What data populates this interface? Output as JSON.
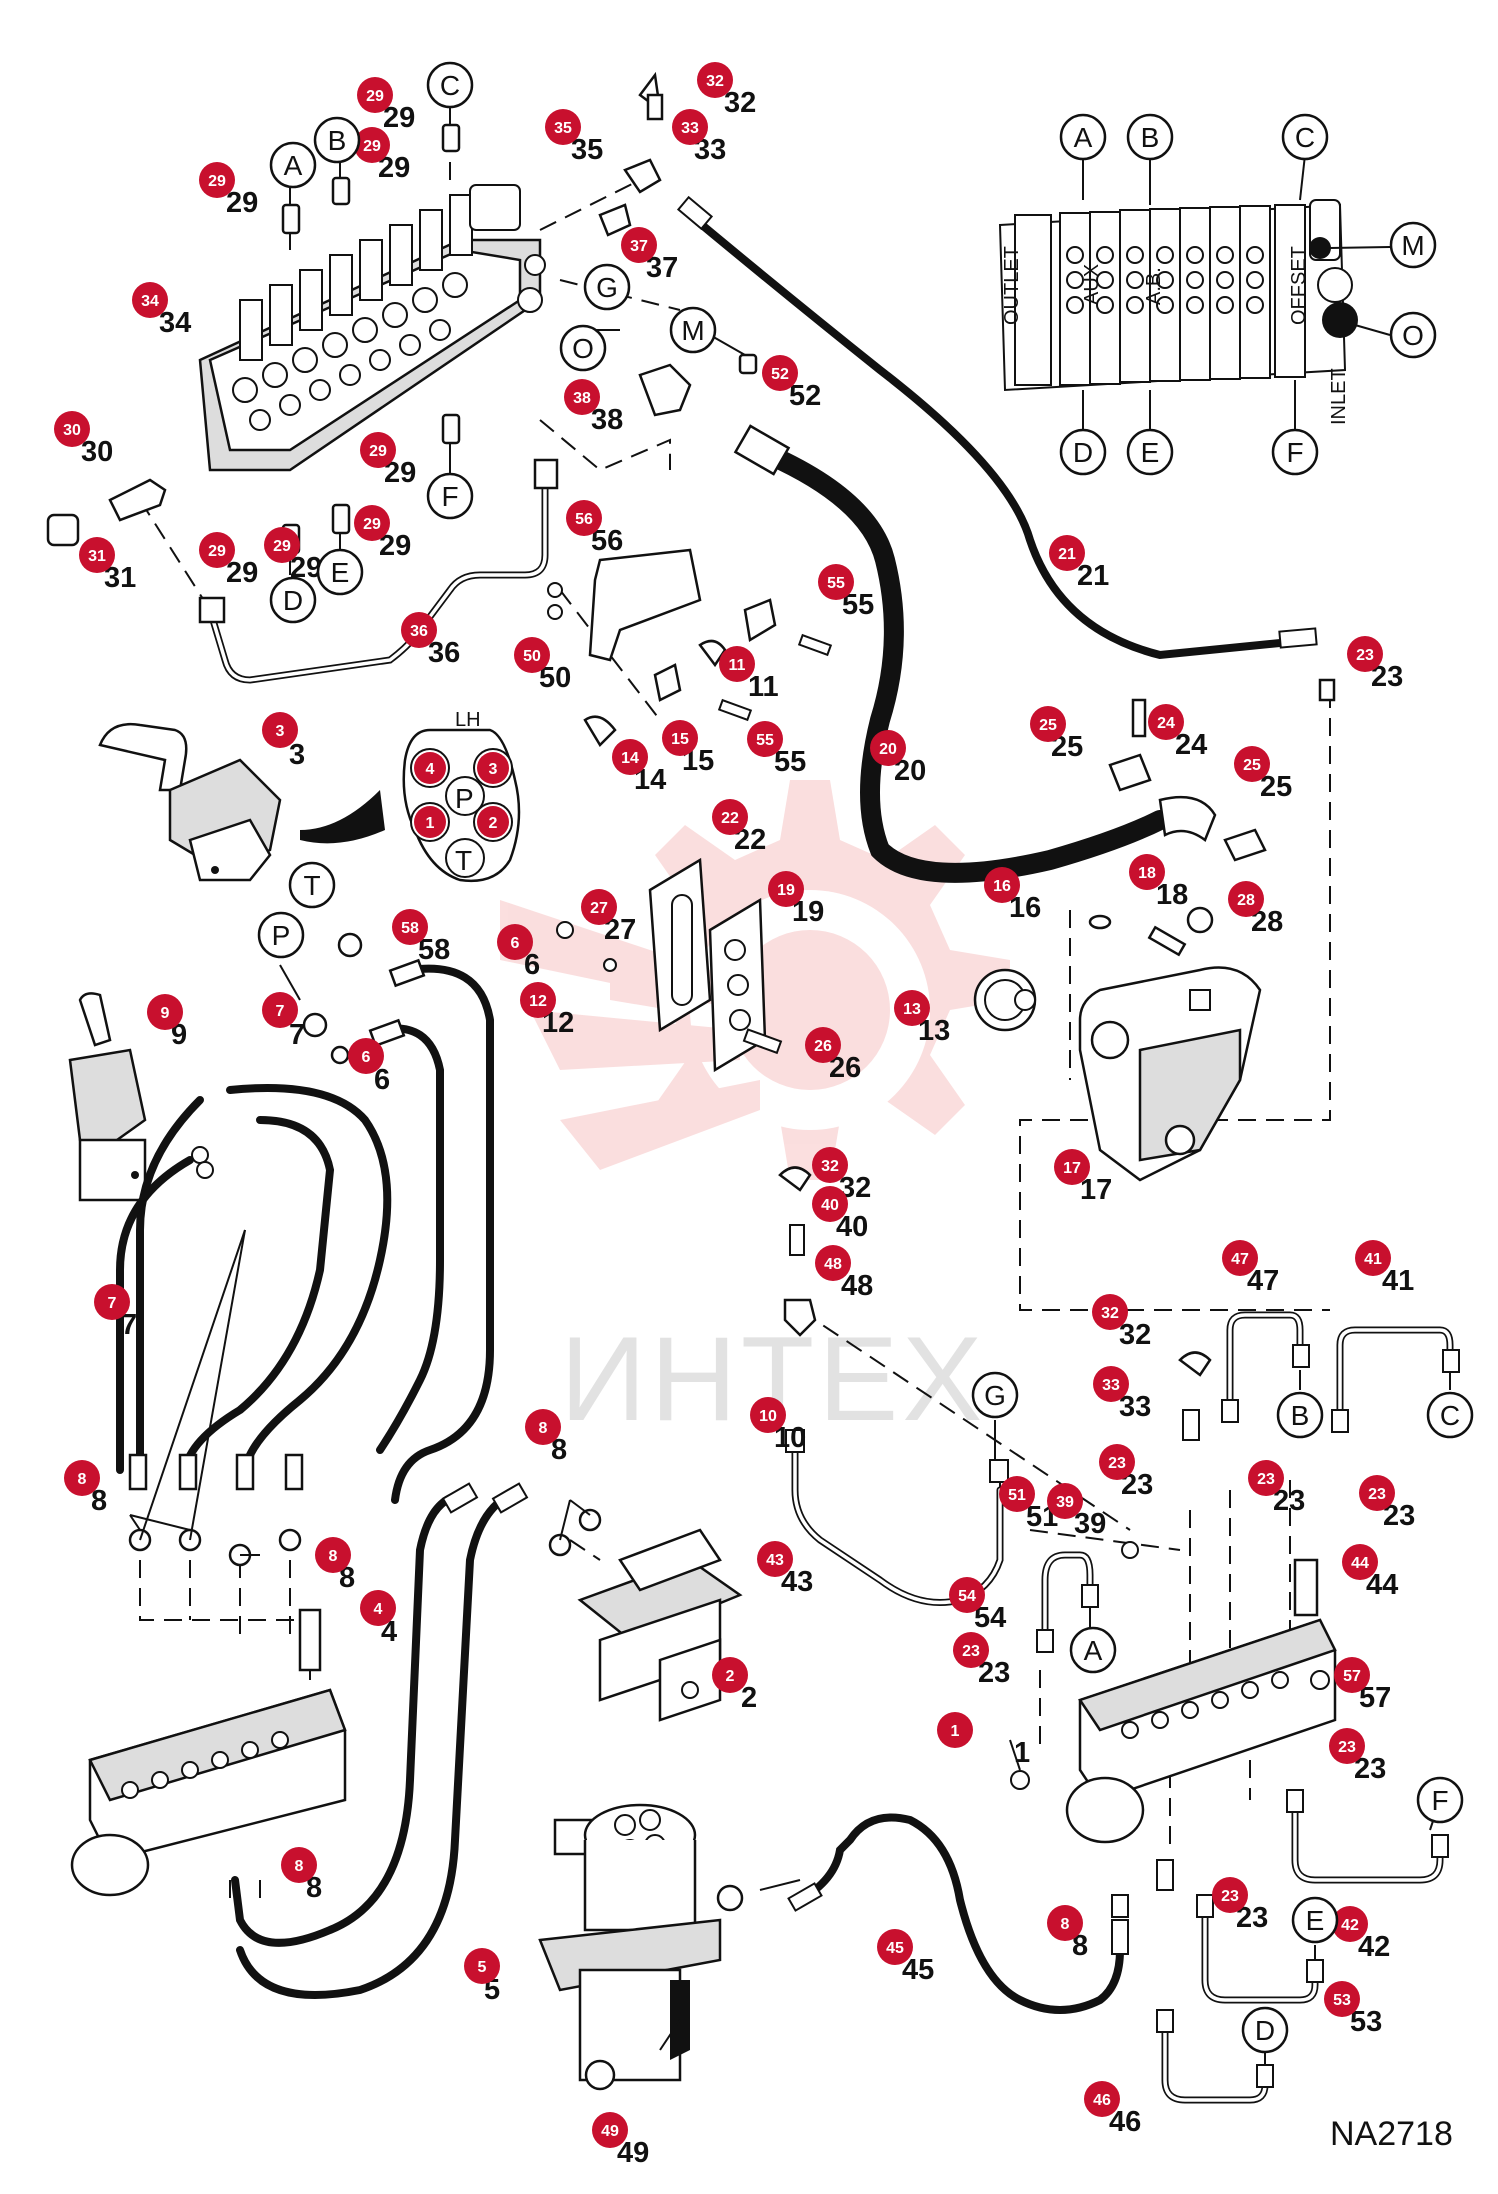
{
  "diagram_id": "NA2718",
  "watermark": "ИНТЕХ",
  "callouts": [
    {
      "n": "1"
    },
    {
      "n": "2"
    },
    {
      "n": "3"
    },
    {
      "n": "4"
    },
    {
      "n": "5"
    },
    {
      "n": "6"
    },
    {
      "n": "7"
    },
    {
      "n": "8"
    },
    {
      "n": "9"
    },
    {
      "n": "10"
    },
    {
      "n": "11"
    },
    {
      "n": "12"
    },
    {
      "n": "13"
    },
    {
      "n": "14"
    },
    {
      "n": "15"
    },
    {
      "n": "16"
    },
    {
      "n": "17"
    },
    {
      "n": "18"
    },
    {
      "n": "19"
    },
    {
      "n": "20"
    },
    {
      "n": "21"
    },
    {
      "n": "22"
    },
    {
      "n": "23"
    },
    {
      "n": "24"
    },
    {
      "n": "25"
    },
    {
      "n": "26"
    },
    {
      "n": "27"
    },
    {
      "n": "28"
    },
    {
      "n": "29"
    },
    {
      "n": "30"
    },
    {
      "n": "31"
    },
    {
      "n": "32"
    },
    {
      "n": "33"
    },
    {
      "n": "34"
    },
    {
      "n": "35"
    },
    {
      "n": "36"
    },
    {
      "n": "37"
    },
    {
      "n": "38"
    },
    {
      "n": "39"
    },
    {
      "n": "40"
    },
    {
      "n": "41"
    },
    {
      "n": "42"
    },
    {
      "n": "43"
    },
    {
      "n": "44"
    },
    {
      "n": "45"
    },
    {
      "n": "46"
    },
    {
      "n": "47"
    },
    {
      "n": "48"
    },
    {
      "n": "49"
    },
    {
      "n": "50"
    },
    {
      "n": "51"
    },
    {
      "n": "52"
    },
    {
      "n": "53"
    },
    {
      "n": "54"
    },
    {
      "n": "55"
    },
    {
      "n": "56"
    },
    {
      "n": "57"
    },
    {
      "n": "58"
    }
  ],
  "ports": [
    "A",
    "B",
    "C",
    "D",
    "E",
    "F",
    "G",
    "M",
    "O",
    "P",
    "T"
  ],
  "valve_labels": {
    "outlet": "OUTLET",
    "aux": "AUX",
    "ab": "A.B.",
    "offset": "OFFSET",
    "inlet": "INLET"
  },
  "joystick_pattern": {
    "side": "LH",
    "ports": [
      "1",
      "2",
      "3",
      "4",
      "P",
      "T"
    ]
  },
  "colors": {
    "badge": "#c8102e",
    "watermark": "#f5b5b5",
    "line": "#111111"
  }
}
